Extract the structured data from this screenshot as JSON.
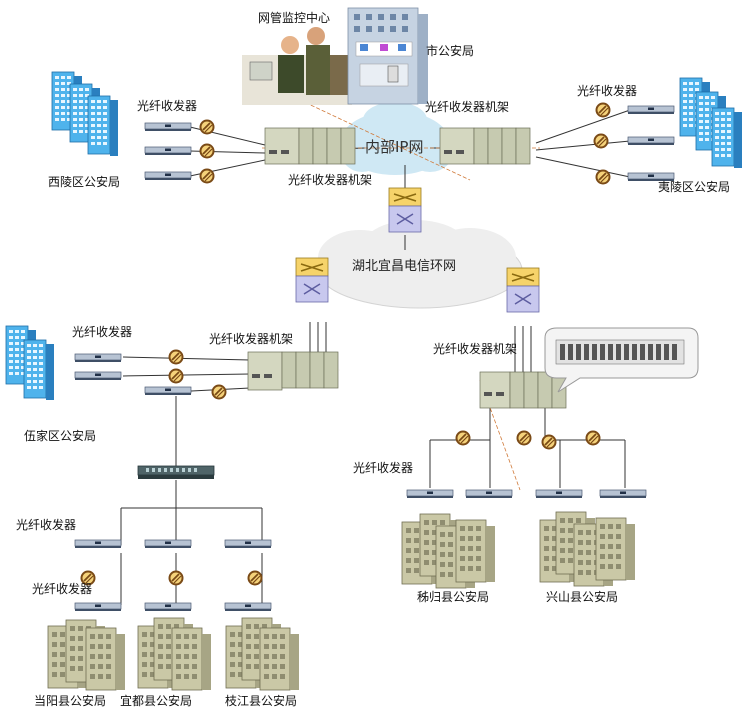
{
  "monitor_center": "网管监控中心",
  "city_bureau": "市公安局",
  "intranet": "内部IP网",
  "telecom_ring": "湖北宜昌电信环网",
  "transceiver": "光纤收发器",
  "rack": "光纤收发器机架",
  "districts": {
    "xiling": "西陵区公安局",
    "yiling": "夷陵区公安局",
    "wujia": "伍家区公安局",
    "zigui": "秭归县公安局",
    "xingshan": "兴山县公安局",
    "dangyang": "当阳县公安局",
    "yidu": "宜都县公安局",
    "zhijiang": "枝江县公安局"
  },
  "colors": {
    "cloud": "#cfe8f4",
    "rack": "#c9cdb4",
    "building_blue": "#3aa0e0",
    "building_tan": "#c8c6a4",
    "converter": "#7a4a16",
    "fiber": "#d07a3a"
  }
}
